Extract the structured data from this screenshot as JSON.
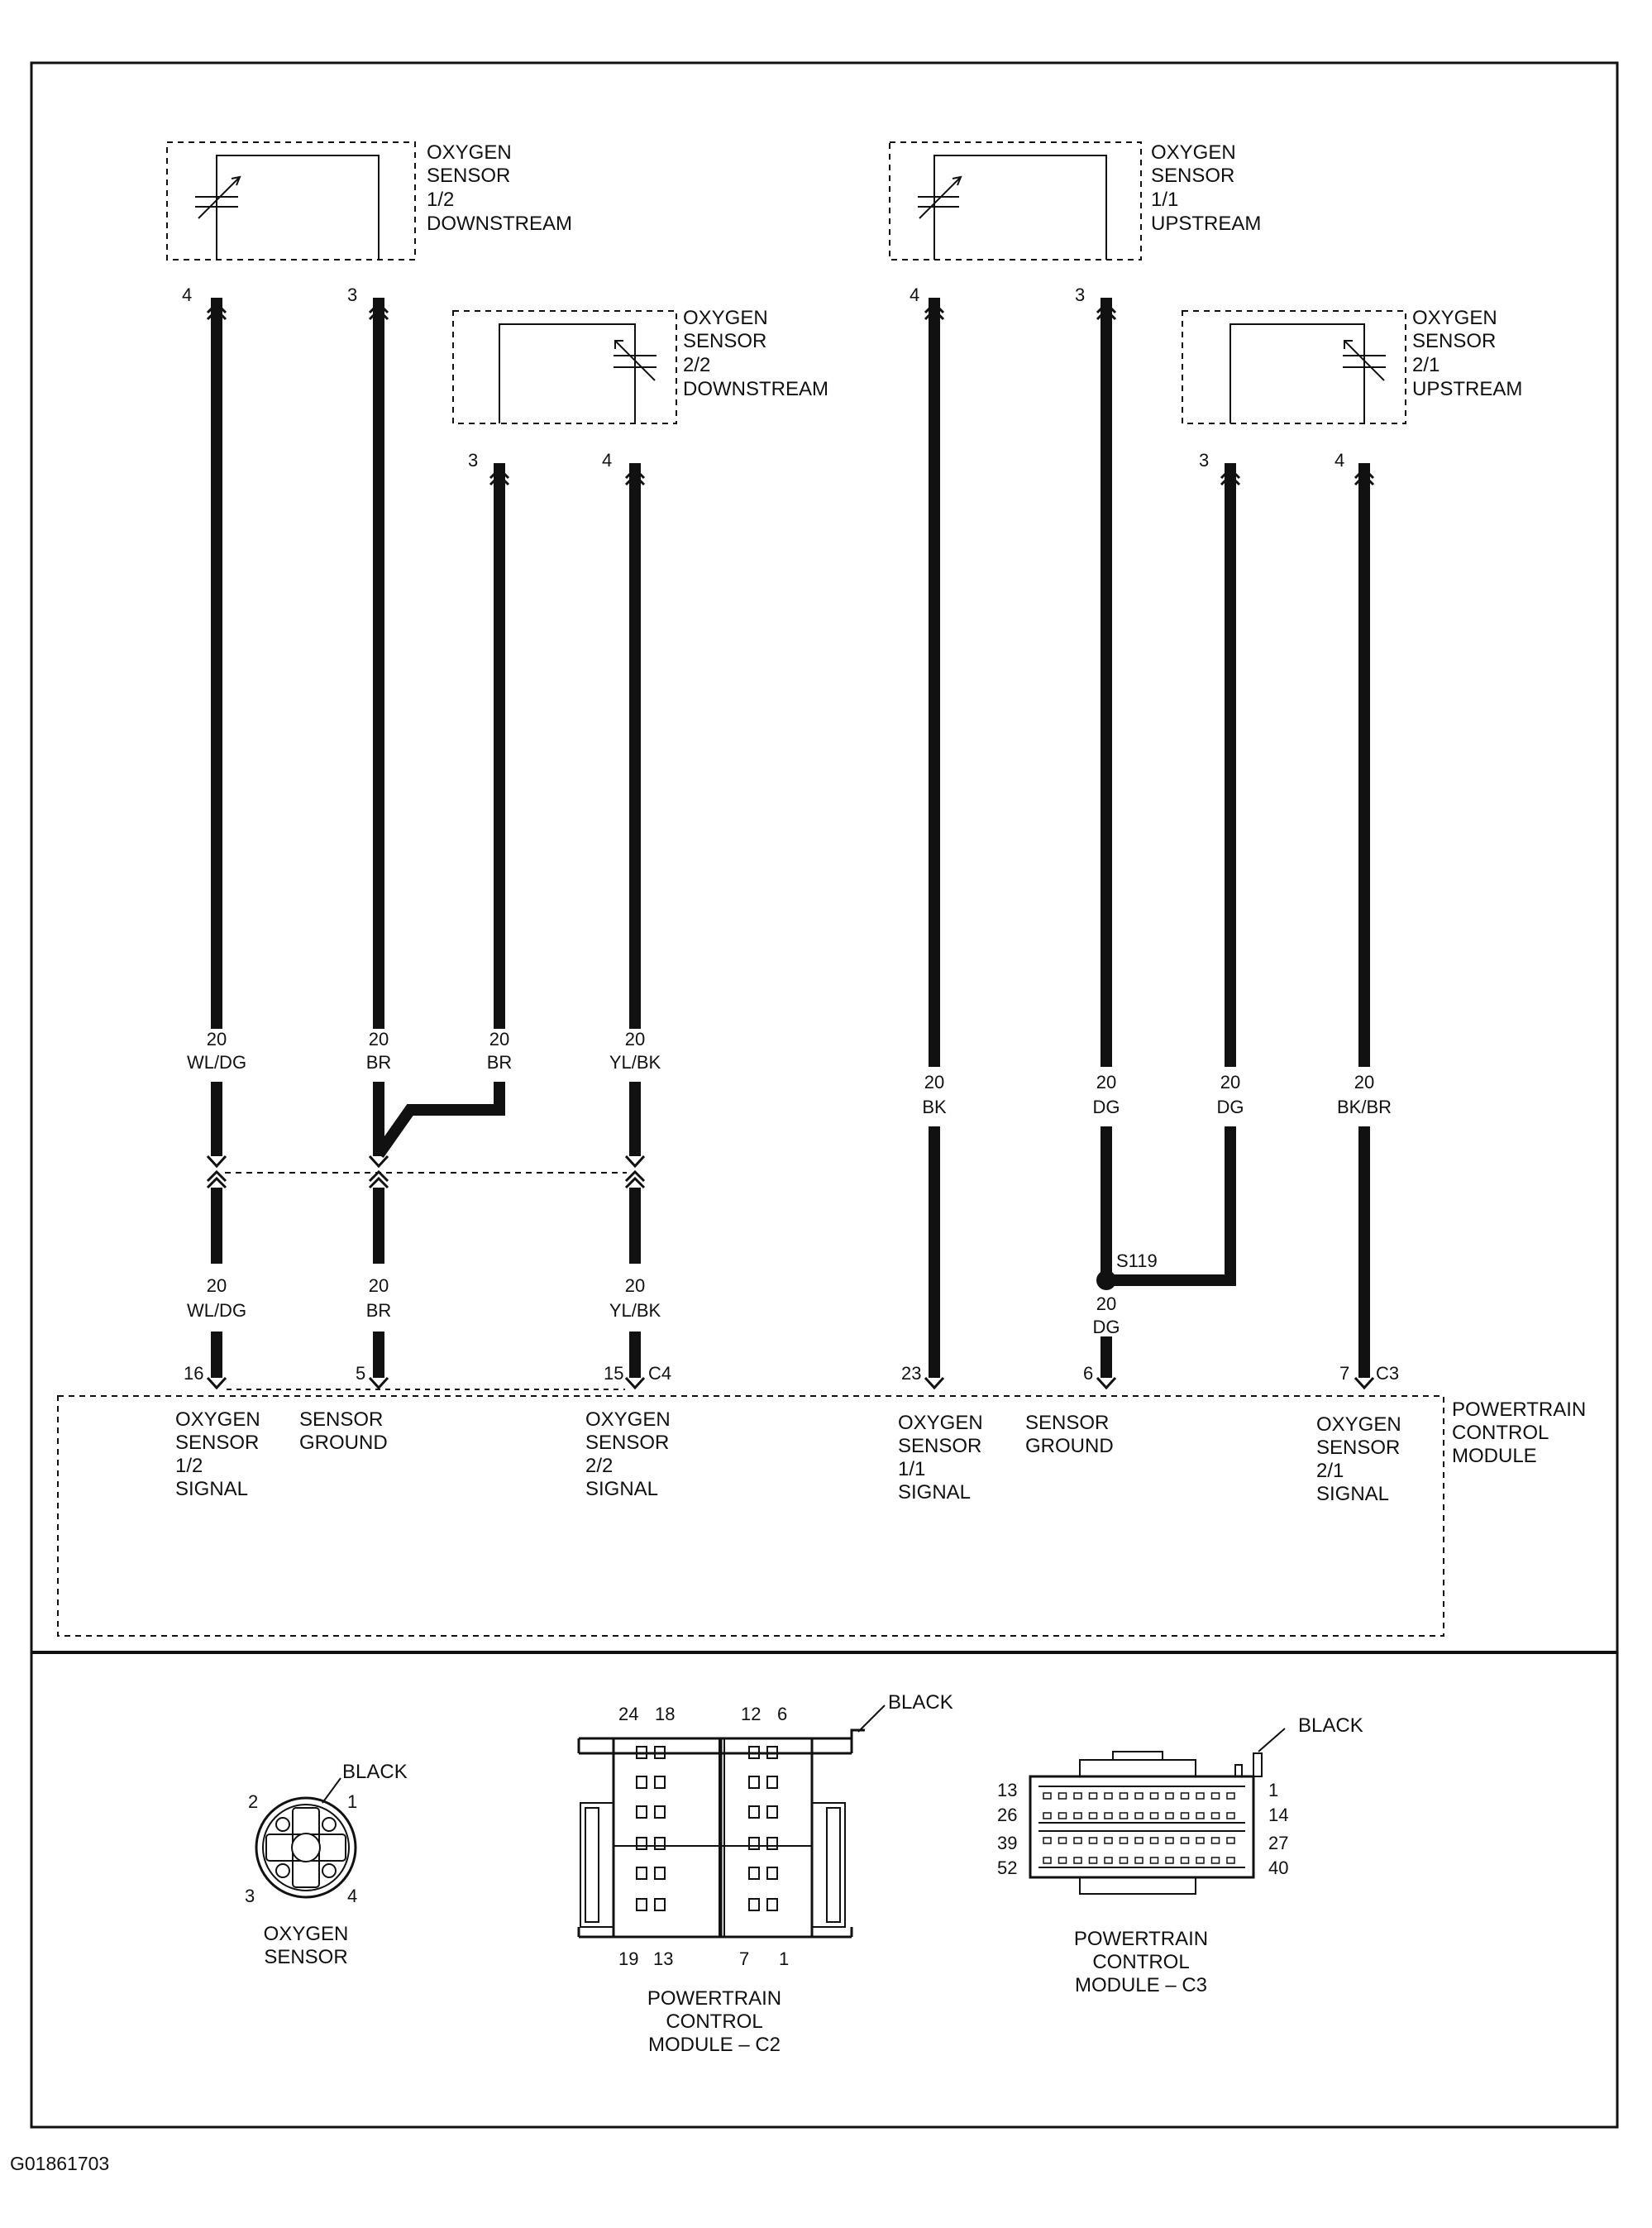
{
  "figure_id": "G01861703",
  "sensors": [
    {
      "id": "s12",
      "lines": [
        "OXYGEN",
        "SENSOR",
        "1/2",
        "DOWNSTREAM"
      ],
      "pin_left": "4",
      "pin_right": "3"
    },
    {
      "id": "s22",
      "lines": [
        "OXYGEN",
        "SENSOR",
        "2/2",
        "DOWNSTREAM"
      ],
      "pin_left": "3",
      "pin_right": "4"
    },
    {
      "id": "s11",
      "lines": [
        "OXYGEN",
        "SENSOR",
        "1/1",
        "UPSTREAM"
      ],
      "pin_left": "4",
      "pin_right": "3"
    },
    {
      "id": "s21",
      "lines": [
        "OXYGEN",
        "SENSOR",
        "2/1",
        "UPSTREAM"
      ],
      "pin_left": "3",
      "pin_right": "4"
    }
  ],
  "wire_labels_upper": [
    {
      "gauge": "20",
      "color": "WL/DG"
    },
    {
      "gauge": "20",
      "color": "BR"
    },
    {
      "gauge": "20",
      "color": "BR"
    },
    {
      "gauge": "20",
      "color": "YL/BK"
    },
    {
      "gauge": "20",
      "color": "BK"
    },
    {
      "gauge": "20",
      "color": "DG"
    },
    {
      "gauge": "20",
      "color": "DG"
    },
    {
      "gauge": "20",
      "color": "BK/BR"
    }
  ],
  "wire_labels_lower": [
    {
      "gauge": "20",
      "color": "WL/DG"
    },
    {
      "gauge": "20",
      "color": "BR"
    },
    {
      "gauge": "20",
      "color": "YL/BK"
    },
    {
      "gauge": "20",
      "color": "DG"
    }
  ],
  "splice": "S119",
  "pcm_pins": [
    "16",
    "5",
    "15",
    "23",
    "6",
    "7"
  ],
  "connectors": [
    "C4",
    "C3"
  ],
  "pcm_functions": [
    [
      "OXYGEN",
      "SENSOR",
      "1/2",
      "SIGNAL"
    ],
    [
      "SENSOR",
      "GROUND"
    ],
    [
      "OXYGEN",
      "SENSOR",
      "2/2",
      "SIGNAL"
    ],
    [
      "OXYGEN",
      "SENSOR",
      "1/1",
      "SIGNAL"
    ],
    [
      "SENSOR",
      "GROUND"
    ],
    [
      "OXYGEN",
      "SENSOR",
      "2/1",
      "SIGNAL"
    ]
  ],
  "pcm_title": [
    "POWERTRAIN",
    "CONTROL",
    "MODULE"
  ],
  "views": {
    "o2": {
      "color": "BLACK",
      "pins": [
        "2",
        "1",
        "3",
        "4"
      ],
      "caption": [
        "OXYGEN",
        "SENSOR"
      ]
    },
    "c2": {
      "color": "BLACK",
      "top_pins": [
        "24",
        "18",
        "12",
        "6"
      ],
      "bottom_pins": [
        "19",
        "13",
        "7",
        "1"
      ],
      "caption": [
        "POWERTRAIN",
        "CONTROL",
        "MODULE – C2"
      ]
    },
    "c3": {
      "color": "BLACK",
      "left_pins": [
        "13",
        "26",
        "39",
        "52"
      ],
      "right_pins": [
        "1",
        "14",
        "27",
        "40"
      ],
      "caption": [
        "POWERTRAIN",
        "CONTROL",
        "MODULE – C3"
      ]
    }
  }
}
